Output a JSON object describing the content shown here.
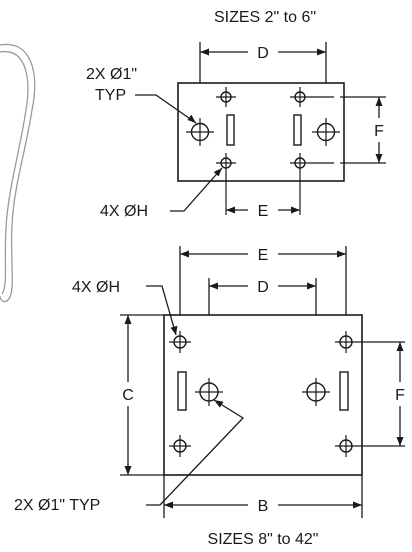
{
  "small_plate": {
    "caption": "SIZES 2\" to 6\"",
    "dim_d": "D",
    "dim_e": "E",
    "dim_f": "F",
    "callout_large_holes_line1": "2X Ø1\"",
    "callout_large_holes_line2": "TYP",
    "callout_small_holes": "4X ØH"
  },
  "large_plate": {
    "caption": "SIZES 8\" to 42\"",
    "dim_e": "E",
    "dim_d": "D",
    "dim_c": "C",
    "dim_f": "F",
    "dim_b": "B",
    "callout_small_holes": "4X ØH",
    "callout_large_holes": "2X Ø1\" TYP"
  }
}
